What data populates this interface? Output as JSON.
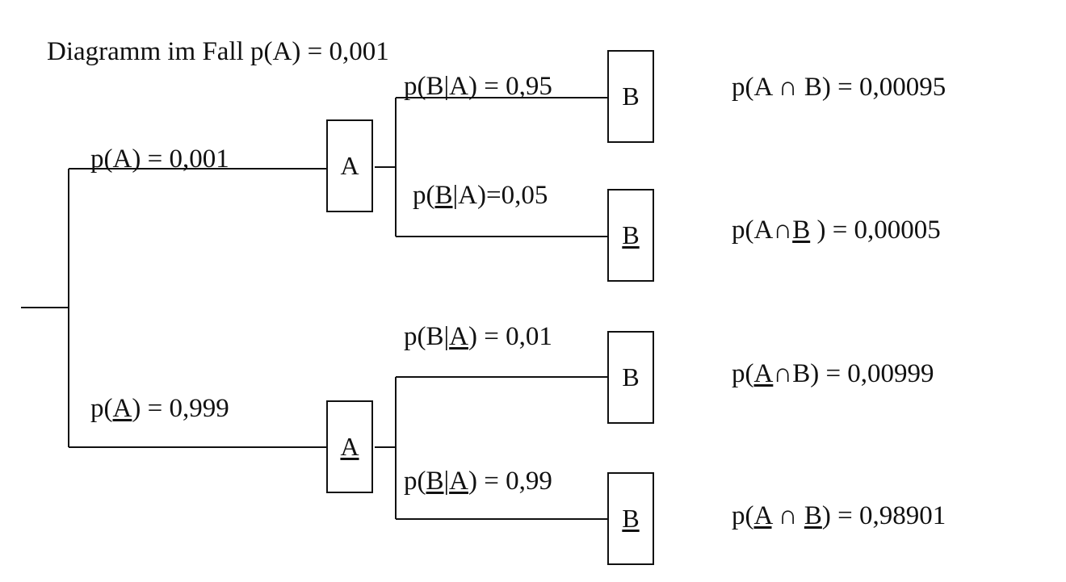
{
  "title": "Diagramm im Fall p(A) = 0,001",
  "level1": {
    "upper": {
      "edge_label": {
        "pre": "p(",
        "v1": "A",
        "post": ") = 0,001"
      },
      "node": "A"
    },
    "lower": {
      "edge_label": {
        "pre": "p(",
        "v1": "A",
        "post": ") =  0,999"
      },
      "node": "A"
    }
  },
  "level2": [
    {
      "edge_label": {
        "pre": "p(",
        "v1": "B",
        "mid": "|",
        "v2": "A",
        "post": ") = 0,95"
      },
      "node": "B",
      "result": {
        "pre": "p(",
        "v1": "A",
        "op": " ∩ ",
        "v2": "B",
        "post": ") = 0,00095"
      }
    },
    {
      "edge_label": {
        "pre": "p(",
        "v1": "B",
        "mid": "|",
        "v2": "A",
        "post": ")=0,05"
      },
      "node": "B",
      "result": {
        "pre": "p(",
        "v1": "A",
        "op": "∩",
        "v2": "B",
        "post": " ) = 0,00005"
      }
    },
    {
      "edge_label": {
        "pre": "p(",
        "v1": "B",
        "mid": "|",
        "v2": "A",
        "post": ") = 0,01"
      },
      "node": "B",
      "result": {
        "pre": "p(",
        "v1": "A",
        "op": "∩",
        "v2": "B",
        "post": ") = 0,00999"
      }
    },
    {
      "edge_label": {
        "pre": "p(",
        "v1": "B",
        "mid": "|",
        "v2": "A",
        "post": ") = 0,99"
      },
      "node": "B",
      "result": {
        "pre": "p(",
        "v1": "A",
        "op": " ∩ ",
        "v2": "B",
        "post": ") = 0,98901"
      }
    }
  ]
}
